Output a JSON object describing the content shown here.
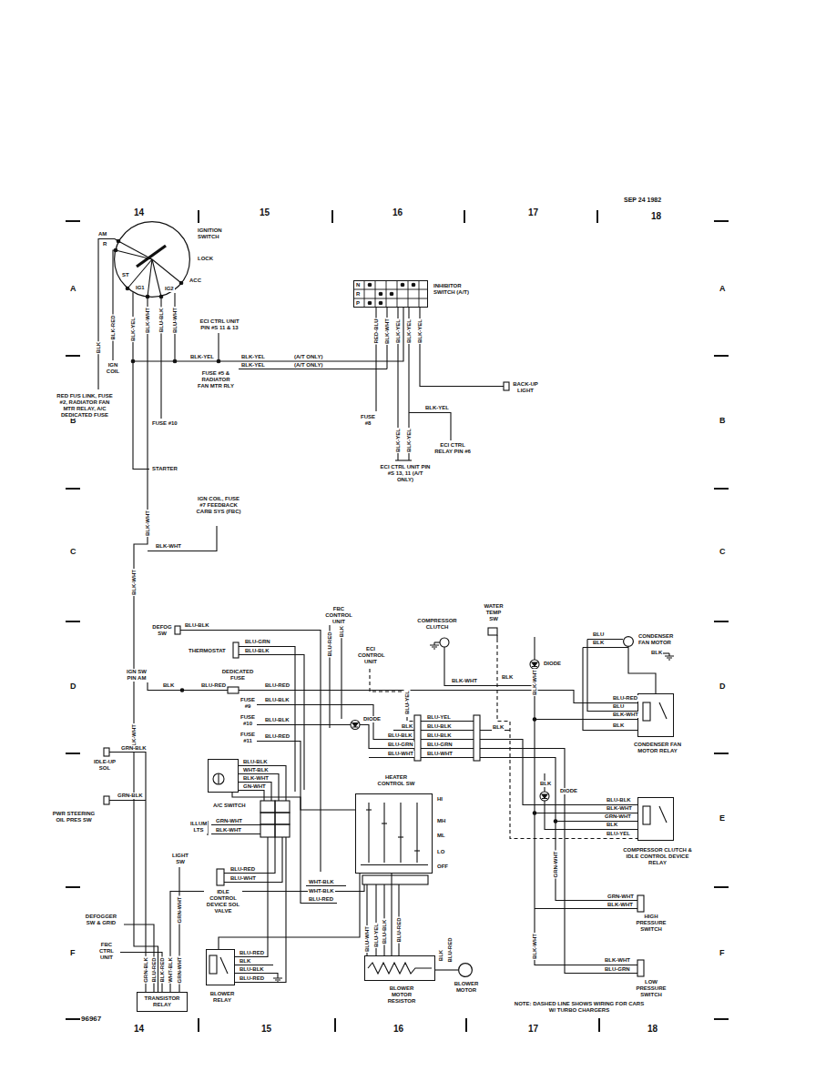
{
  "diagram": {
    "nodes": [
      {
        "text": [
          "IGNITION SWITCH",
          "LOCK"
        ]
      },
      {
        "text": [
          "INHIBITOR SWITCH (A/T)"
        ]
      },
      {
        "text": [
          "CONDENSER FAN MOTOR"
        ]
      },
      {
        "text": [
          "CONDENSER FAN MOTOR RELAY"
        ]
      },
      {
        "text": [
          "A/C SWITCH"
        ]
      },
      {
        "text": [
          "HEATER CONTROL SW"
        ]
      },
      {
        "text": [
          "COMPRESSOR CLUTCH & IDLE CONTROL DEVICE RELAY"
        ]
      },
      {
        "text": [
          "BLOWER RELAY"
        ]
      },
      {
        "text": [
          "BLOWER MOTOR RESISTOR"
        ]
      },
      {
        "text": [
          "BLOWER MOTOR"
        ]
      },
      {
        "text": [
          "TRANSISTOR RELAY"
        ]
      }
    ],
    "edges": [
      {
        "from": 0,
        "to": 10,
        "arrow": "none"
      },
      {
        "from": 0,
        "to": 1,
        "arrow": "none"
      },
      {
        "from": 2,
        "to": 3,
        "arrow": "none"
      },
      {
        "from": 4,
        "to": 5,
        "arrow": "none"
      },
      {
        "from": 5,
        "to": 8,
        "arrow": "none"
      },
      {
        "from": 5,
        "to": 7,
        "arrow": "none"
      },
      {
        "from": 8,
        "to": 9,
        "arrow": "none"
      }
    ],
    "labels": [
      "14",
      "15",
      "16",
      "17",
      "18",
      "SEP 24 1982",
      "A",
      "A",
      "B",
      "B",
      "C",
      "C",
      "D",
      "D",
      "E",
      "E",
      "F",
      "F",
      "96967",
      "14",
      "15",
      "16",
      "17",
      "18",
      "AM",
      "R",
      "ST",
      "IG1",
      "IG2",
      "ACC",
      "BLK",
      "BLK-RED",
      "BLK-YEL",
      "BLK-WHT",
      "BLU-BLK",
      "BLU-WHT",
      "IGN COIL",
      "RED FUS LINK, FUSE #2, RADIATOR FAN MTR RELAY, A/C DEDICATED FUSE",
      "FUSE #10",
      "ECI CTRL UNIT PIN #S 11 & 13",
      "BLK-YEL",
      "FUSE #5 & RADIATOR FAN MTR RLY",
      "BLK-YEL",
      "(A/T ONLY)",
      "BLK-YEL",
      "(A/T ONLY)",
      "STARTER",
      "IGN COIL, FUSE #7 FEEDBACK CARB SYS (FBC)",
      "BLK-WHT",
      "BLK-WHT",
      "BLK-WHT",
      "N",
      "R",
      "P",
      "RED-BLU",
      "BLK-WHT",
      "BLK-YEL",
      "BLK-YEL",
      "BLK-YEL",
      "BACK-UP LIGHT",
      "FUSE #8",
      "BLK-YEL",
      "ECI CTRL RELAY PIN #6",
      "BLK-YEL",
      "BLK-YEL",
      "ECI CTRL UNIT PIN #S 13, 11 (A/T ONLY)",
      "FBC CONTROL UNIT",
      "DEFOG SW",
      "BLU-BLK",
      "THERMOSTAT",
      "BLU-GRN",
      "BLU-BLK",
      "BLU-RED",
      "BLK",
      "ECI CONTROL UNIT",
      "COMPRESSOR CLUTCH",
      "WATER TEMP SW",
      "BLK-WHT",
      "BLK",
      "BLK-WHT",
      "DIODE",
      "BLU",
      "BLK",
      "BLK",
      "IGN SW PIN AM",
      "BLK",
      "BLU-RED",
      "DEDICATED FUSE",
      "BLU-RED",
      "FUSE #9",
      "BLU-BLK",
      "FUSE #10",
      "BLU-BLK",
      "DIODE",
      "FUSE #11",
      "BLU-RED",
      "BLU-YEL",
      "BLU-YEL",
      "BLU-BLK",
      "BLU-BLK",
      "BLU-GRN",
      "BLU-WHT",
      "BLK",
      "BLU-BLK",
      "BLU-GRN",
      "BLU-WHT",
      "BLK",
      "BLU-RED",
      "BLU",
      "BLK-WHT",
      "BLK",
      "BLK-WHT",
      "GRN-BLK",
      "IDLE-UP SOL",
      "BLU-BLK",
      "WHT-BLK",
      "BLK-WHT",
      "GN-WHT",
      "HI",
      "MH",
      "ML",
      "LO",
      "OFF",
      "BLK",
      "DIODE",
      "BLU-BLK",
      "BLK-WHT",
      "GRN-WHT",
      "BLK",
      "BLU-YEL",
      "GRN-BLK",
      "PWR STEERING OIL PRES SW",
      "ILLUM LTS",
      "GRN-WHT",
      "BLK-WHT",
      "GRN-WHT",
      "LIGHT SW",
      "BLU-RED",
      "BLU-WHT",
      "IDLE CONTROL DEVICE SOL VALVE",
      "GRN-WHT",
      "GRN-WHT",
      "BLK-WHT",
      "HIGH PRESSURE SWITCH",
      "WHT-BLK",
      "WHT-BLK",
      "BLU-RED",
      "DEFOGGER SW & GRID",
      "FBC CTRL UNIT",
      "GRN-BLK",
      "BLU-RED",
      "BLK-RED",
      "WHT-BLK",
      "GRN-WHT",
      "BLU-RED",
      "BLK",
      "BLU-BLK",
      "BLU-RED",
      "BLU-WHT",
      "BLU-YEL",
      "BLU-BLK",
      "BLU-RED",
      "BLK",
      "BLU-RED",
      "BLK-WHT",
      "BLK-WHT",
      "BLU-GRN",
      "LOW PRESSURE SWITCH",
      "NOTE: DASHED LINE SHOWS WIRING FOR CARS W/ TURBO CHARGERS"
    ]
  }
}
